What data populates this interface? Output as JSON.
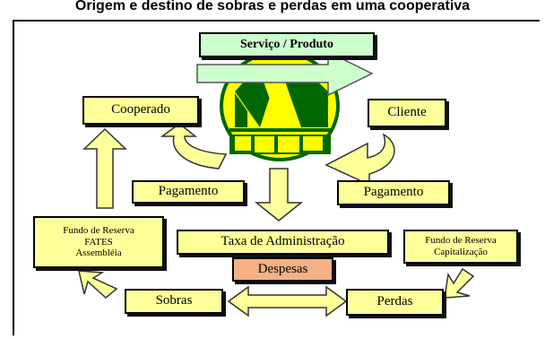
{
  "title": "Origem e destino de sobras e perdas em uma cooperativa",
  "boxes": {
    "servico_produto": "Serviço / Produto",
    "cooperado": "Cooperado",
    "cliente": "Cliente",
    "pagamento_left": "Pagamento",
    "pagamento_right": "Pagamento",
    "fundo_reserva_left": [
      "Fundo de Reserva",
      "FATES",
      "Assembléia"
    ],
    "taxa_administracao": "Taxa de Administração",
    "fundo_reserva_right": [
      "Fundo de Reserva",
      "Capitalização"
    ],
    "despesas": "Despesas",
    "sobras": "Sobras",
    "perdas": "Perdas"
  },
  "colors": {
    "box_fill": "#ffff99",
    "servico_fill": "#ccffcc",
    "despesas_fill": "#f4b183",
    "logo_yellow": "#ffff00",
    "logo_green": "#006600",
    "arrow_green": "#ccffcc"
  }
}
